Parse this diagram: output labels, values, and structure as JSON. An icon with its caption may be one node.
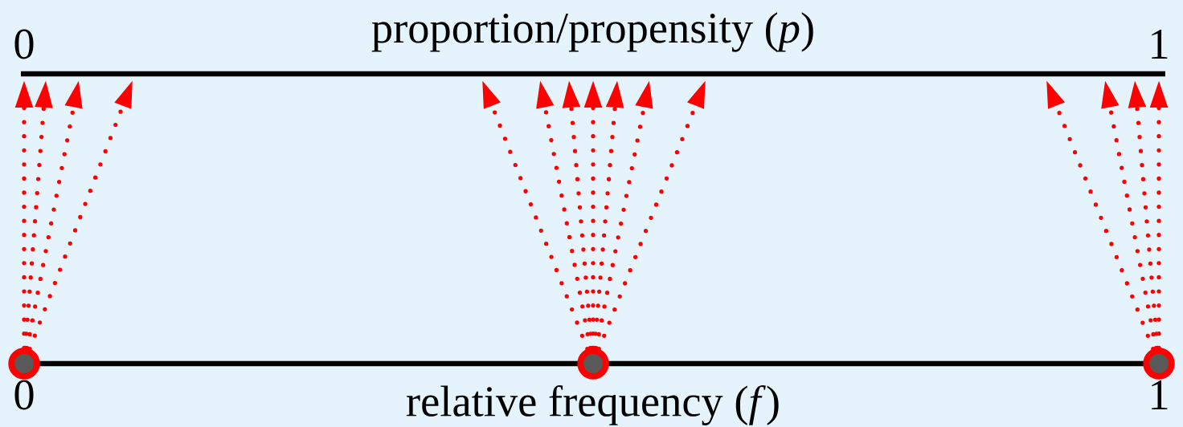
{
  "diagram": {
    "nodes": [
      {
        "text": [],
        "shape": "circle"
      },
      {
        "text": [],
        "shape": "circle"
      },
      {
        "text": [],
        "shape": "circle"
      }
    ],
    "edges": [
      {
        "from": 0,
        "to": null,
        "arrow": "to"
      },
      {
        "from": 0,
        "to": null,
        "arrow": "to"
      },
      {
        "from": 0,
        "to": null,
        "arrow": "to"
      },
      {
        "from": 0,
        "to": null,
        "arrow": "to"
      },
      {
        "from": 1,
        "to": null,
        "arrow": "to"
      },
      {
        "from": 1,
        "to": null,
        "arrow": "to"
      },
      {
        "from": 1,
        "to": null,
        "arrow": "to"
      },
      {
        "from": 1,
        "to": null,
        "arrow": "to"
      },
      {
        "from": 1,
        "to": null,
        "arrow": "to"
      },
      {
        "from": 1,
        "to": null,
        "arrow": "to"
      },
      {
        "from": 1,
        "to": null,
        "arrow": "to"
      },
      {
        "from": 2,
        "to": null,
        "arrow": "to"
      },
      {
        "from": 2,
        "to": null,
        "arrow": "to"
      },
      {
        "from": 2,
        "to": null,
        "arrow": "to"
      },
      {
        "from": 2,
        "to": null,
        "arrow": "to"
      }
    ],
    "labels": [
      "0",
      "proportion/propensity (*p*)",
      "1",
      "0",
      "relative frequency (*f*)",
      "1"
    ]
  }
}
